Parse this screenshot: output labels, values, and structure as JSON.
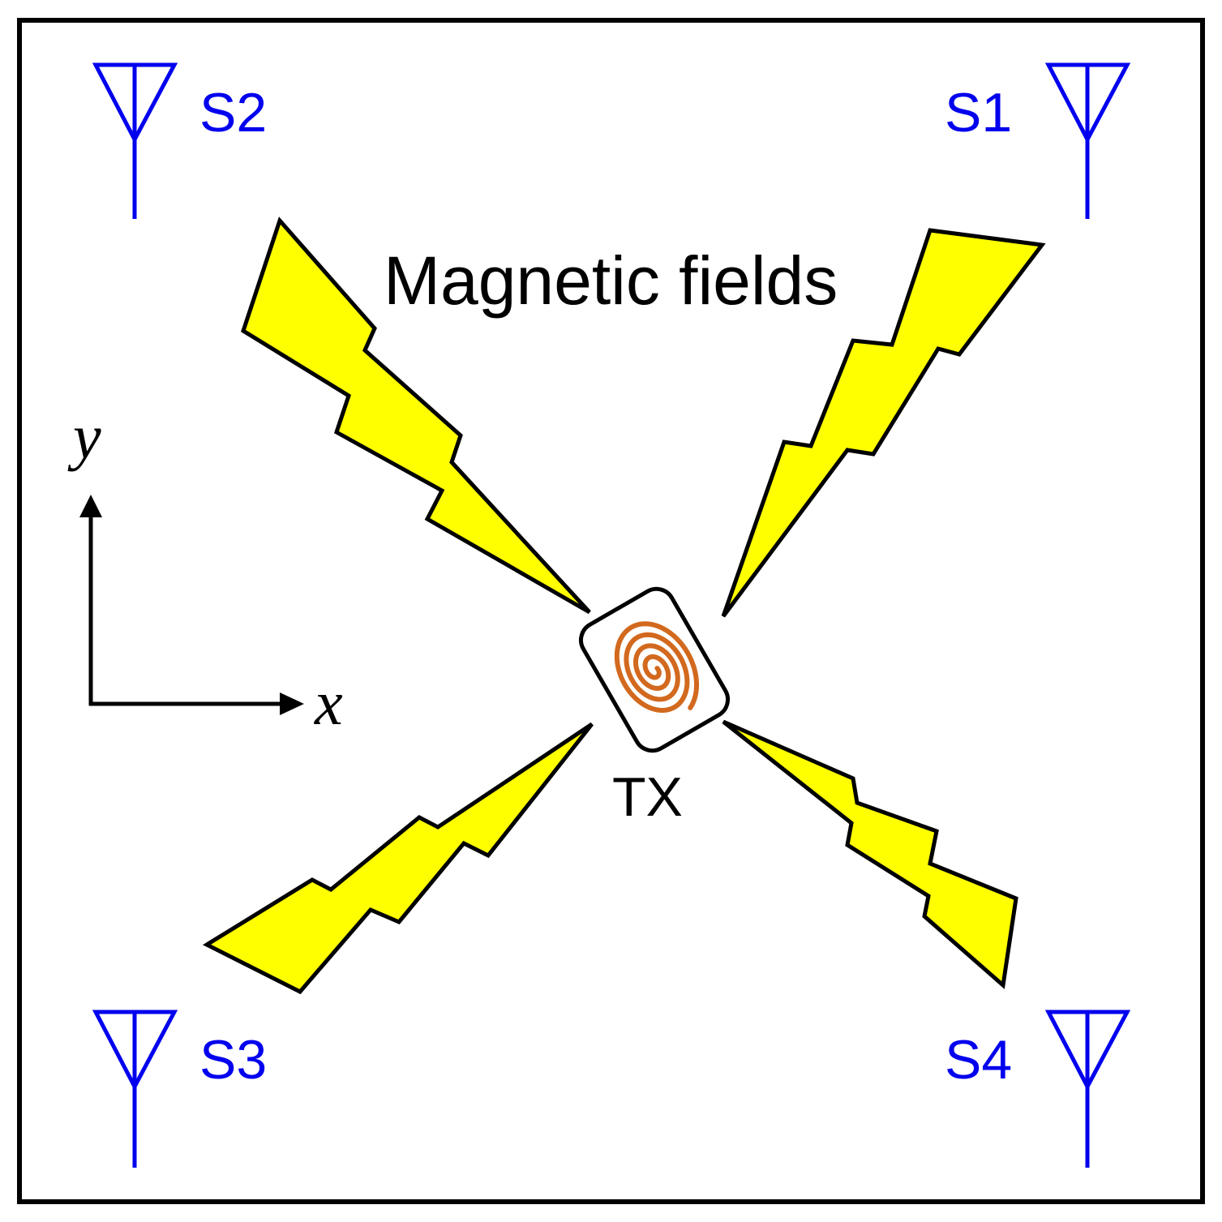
{
  "title": "Magnetic fields",
  "transmitter": {
    "label": "TX"
  },
  "sensors": [
    {
      "id": "s1",
      "label": "S1"
    },
    {
      "id": "s2",
      "label": "S2"
    },
    {
      "id": "s3",
      "label": "S3"
    },
    {
      "id": "s4",
      "label": "S4"
    }
  ],
  "axes": {
    "x_label": "x",
    "y_label": "y"
  },
  "colors": {
    "sensor": "#0000ee",
    "field": "#ffff00",
    "outline": "#000000",
    "coil": "#d2691e",
    "background": "#ffffff"
  }
}
